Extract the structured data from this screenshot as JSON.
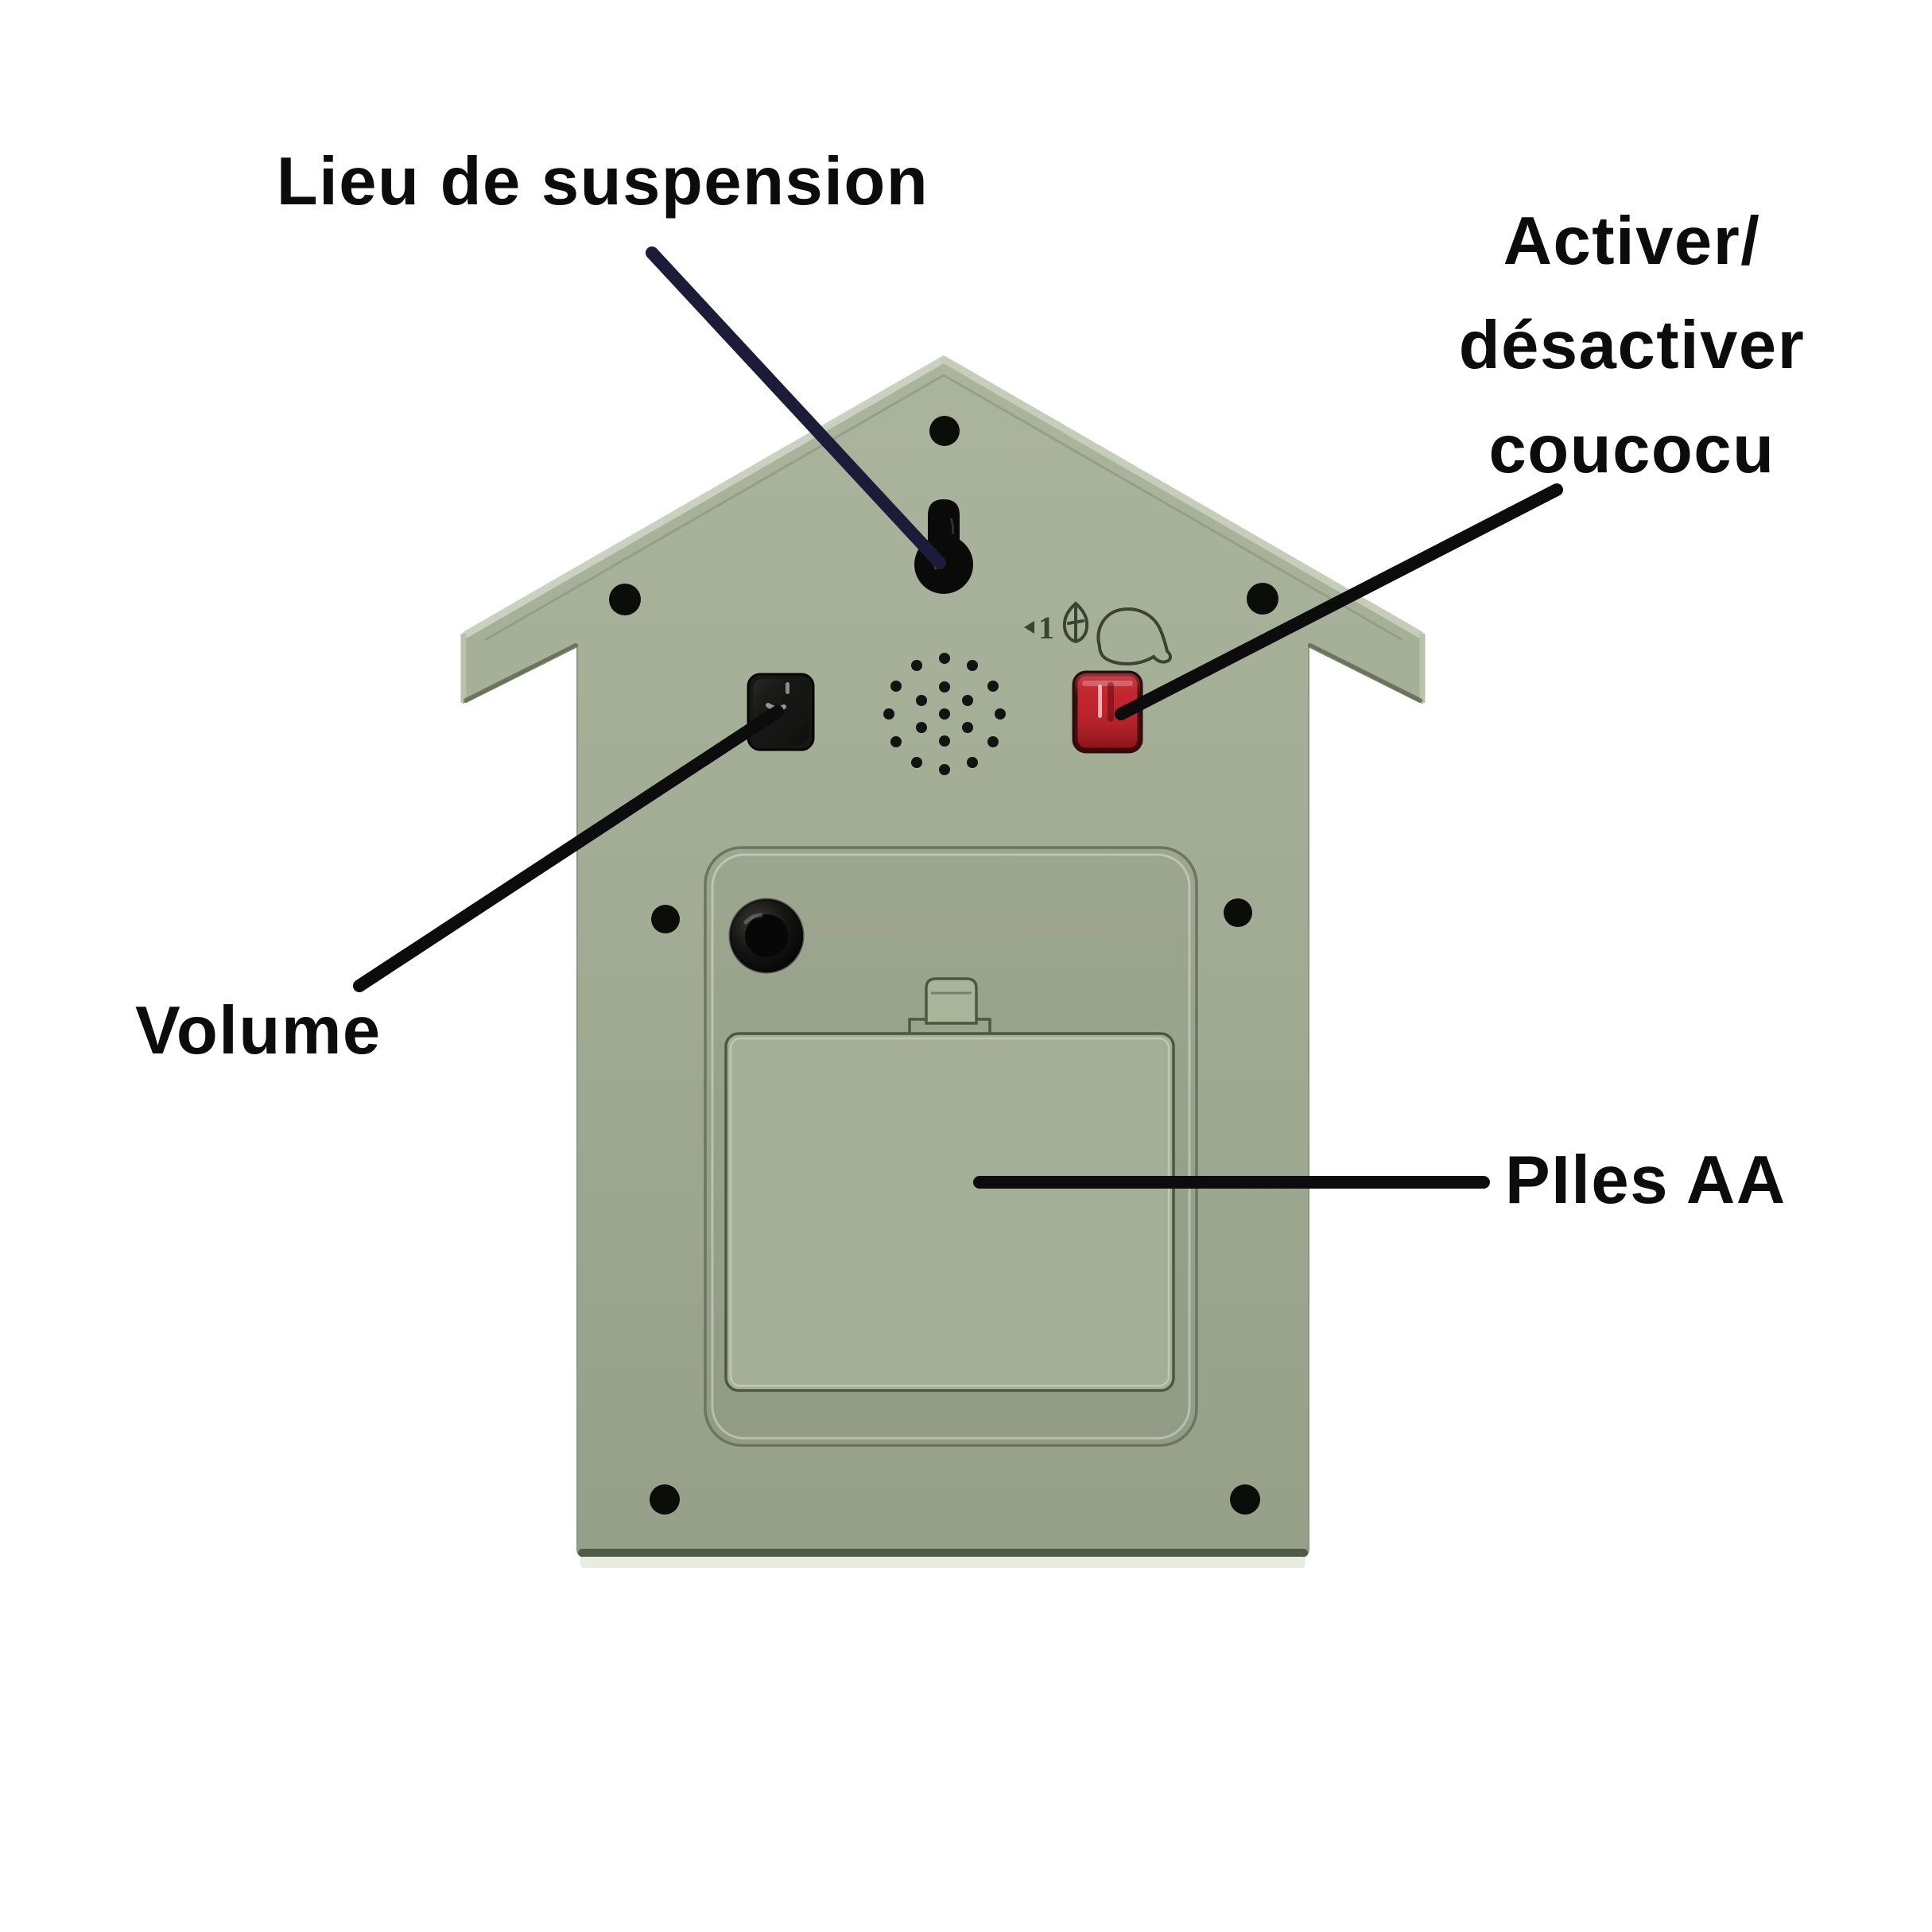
{
  "labels": {
    "suspension": "Lieu de suspension",
    "toggle": "Activer/\ndésactiver\ncoucocu",
    "volume": "Volume",
    "batteries": "PIles AA"
  },
  "markers": {
    "mute_indicator": "1"
  },
  "icons": {
    "hanging_hole": "keyhole-icon",
    "bird": "bird-outline-icon",
    "leaf": "leaf-icon",
    "mute_arrow": "left-triangle-icon",
    "speaker": "speaker-grille-dots",
    "screws": "screw-dot-icon"
  },
  "colors": {
    "body_green": "#a2ac94",
    "body_green_light": "#aab39c",
    "body_green_dark": "#96a188",
    "roof_rim": "#cbd1bf",
    "groove_green": "#5b6550",
    "engraving_green": "#3a4430",
    "switch_red": "#c1252e",
    "switch_black": "#161614",
    "annotation_black": "#0c0c0c",
    "annotation_navy": "#1c1c38"
  }
}
